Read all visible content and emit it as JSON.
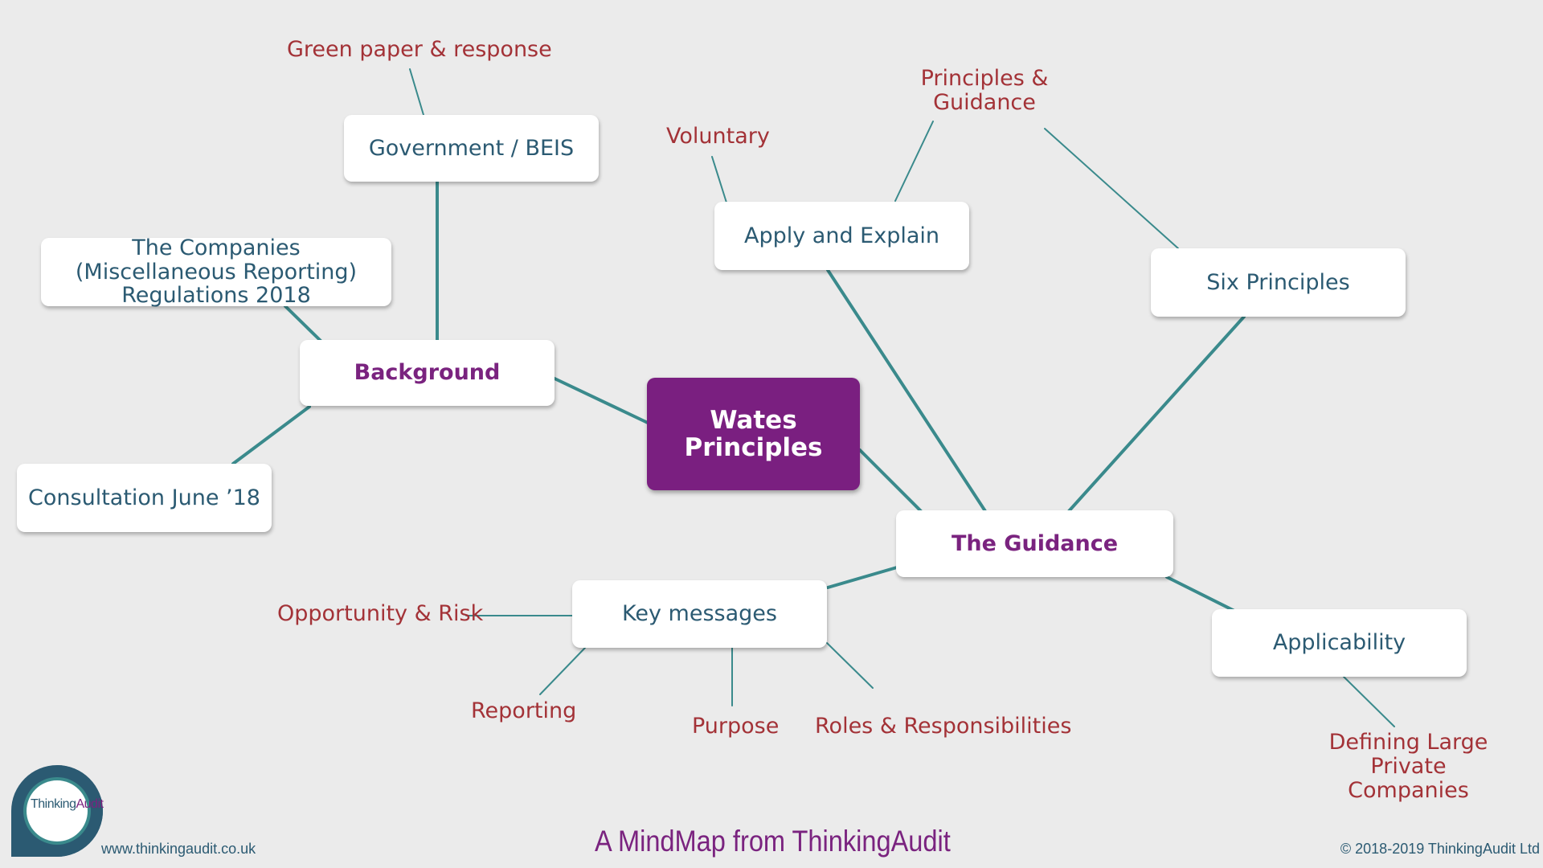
{
  "diagram": {
    "center": "Wates Principles",
    "nodes": {
      "background": "Background",
      "government": "Government / BEIS",
      "companies_regulations": "The Companies (Miscellaneous Reporting) Regulations 2018",
      "consultation": "Consultation June ’18",
      "guidance": "The Guidance",
      "apply_explain": "Apply and Explain",
      "six_principles": "Six Principles",
      "key_messages": "Key messages",
      "applicability": "Applicability"
    },
    "leaves": {
      "green_paper": "Green paper & response",
      "voluntary": "Voluntary",
      "principles_guidance": "Principles & Guidance",
      "opportunity_risk": "Opportunity & Risk",
      "reporting": "Reporting",
      "purpose": "Purpose",
      "roles": "Roles & Responsibilities",
      "defining_large": "Defining Large Private Companies"
    }
  },
  "footer": {
    "url": "www.thinkingaudit.co.uk",
    "title": "A MindMap from ThinkingAudit",
    "copyright": "© 2018-2019 ThinkingAudit Ltd"
  },
  "logo": {
    "text_part1": "Thinking",
    "text_part2": "Audit"
  },
  "colors": {
    "background": "#ebebeb",
    "link": "#3a8a8c",
    "center_fill": "#7a1f80",
    "hub_text": "#7a237f",
    "node_text": "#2b5a72",
    "leaf_text": "#a33237"
  }
}
